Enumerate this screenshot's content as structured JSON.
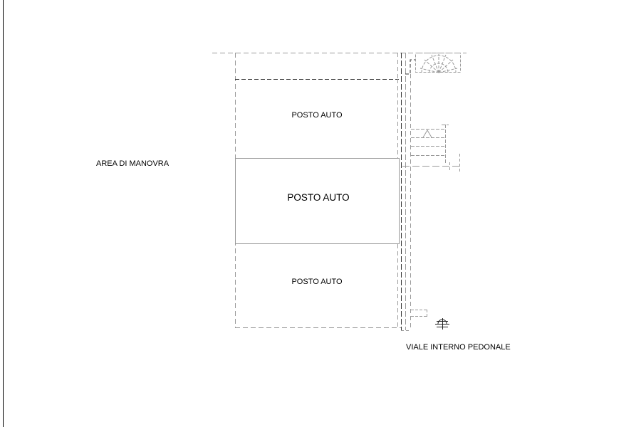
{
  "labels": {
    "manovra": "AREA DI MANOVRA",
    "posto_top": "POSTO AUTO",
    "posto_middle": "POSTO AUTO",
    "posto_bottom": "POSTO AUTO",
    "viale": "VIALE INTERNO PEDONALE"
  },
  "colors": {
    "background": "#ffffff",
    "frame_line": "#000000",
    "plan_line": "#999999",
    "text": "#000000"
  },
  "icons": {
    "stair_spiral": "spiral-stair-icon",
    "stair_steps": "stair-steps-icon",
    "ground_marker": "ground-marker-icon"
  }
}
